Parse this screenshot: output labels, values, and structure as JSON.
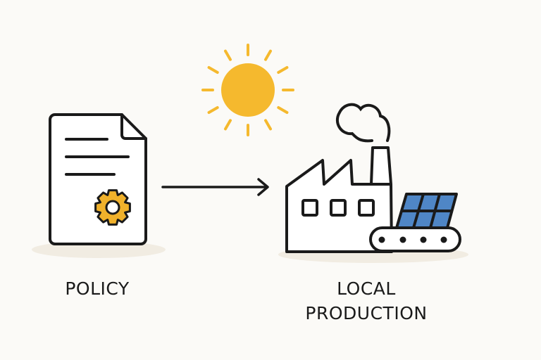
{
  "labels": {
    "policy": "POLICY",
    "local": "LOCAL",
    "production": "PRODUCTION"
  },
  "colors": {
    "sun": "#f5b92e",
    "gear": "#f0b12b",
    "panel": "#4f86c6",
    "ink": "#1a1a1a",
    "shadow": "#f0ebe0"
  },
  "icons": [
    "document-icon",
    "gear-icon",
    "arrow-right-icon",
    "sun-icon",
    "factory-icon",
    "smoke-cloud-icon",
    "solar-panel-icon",
    "conveyor-icon"
  ]
}
